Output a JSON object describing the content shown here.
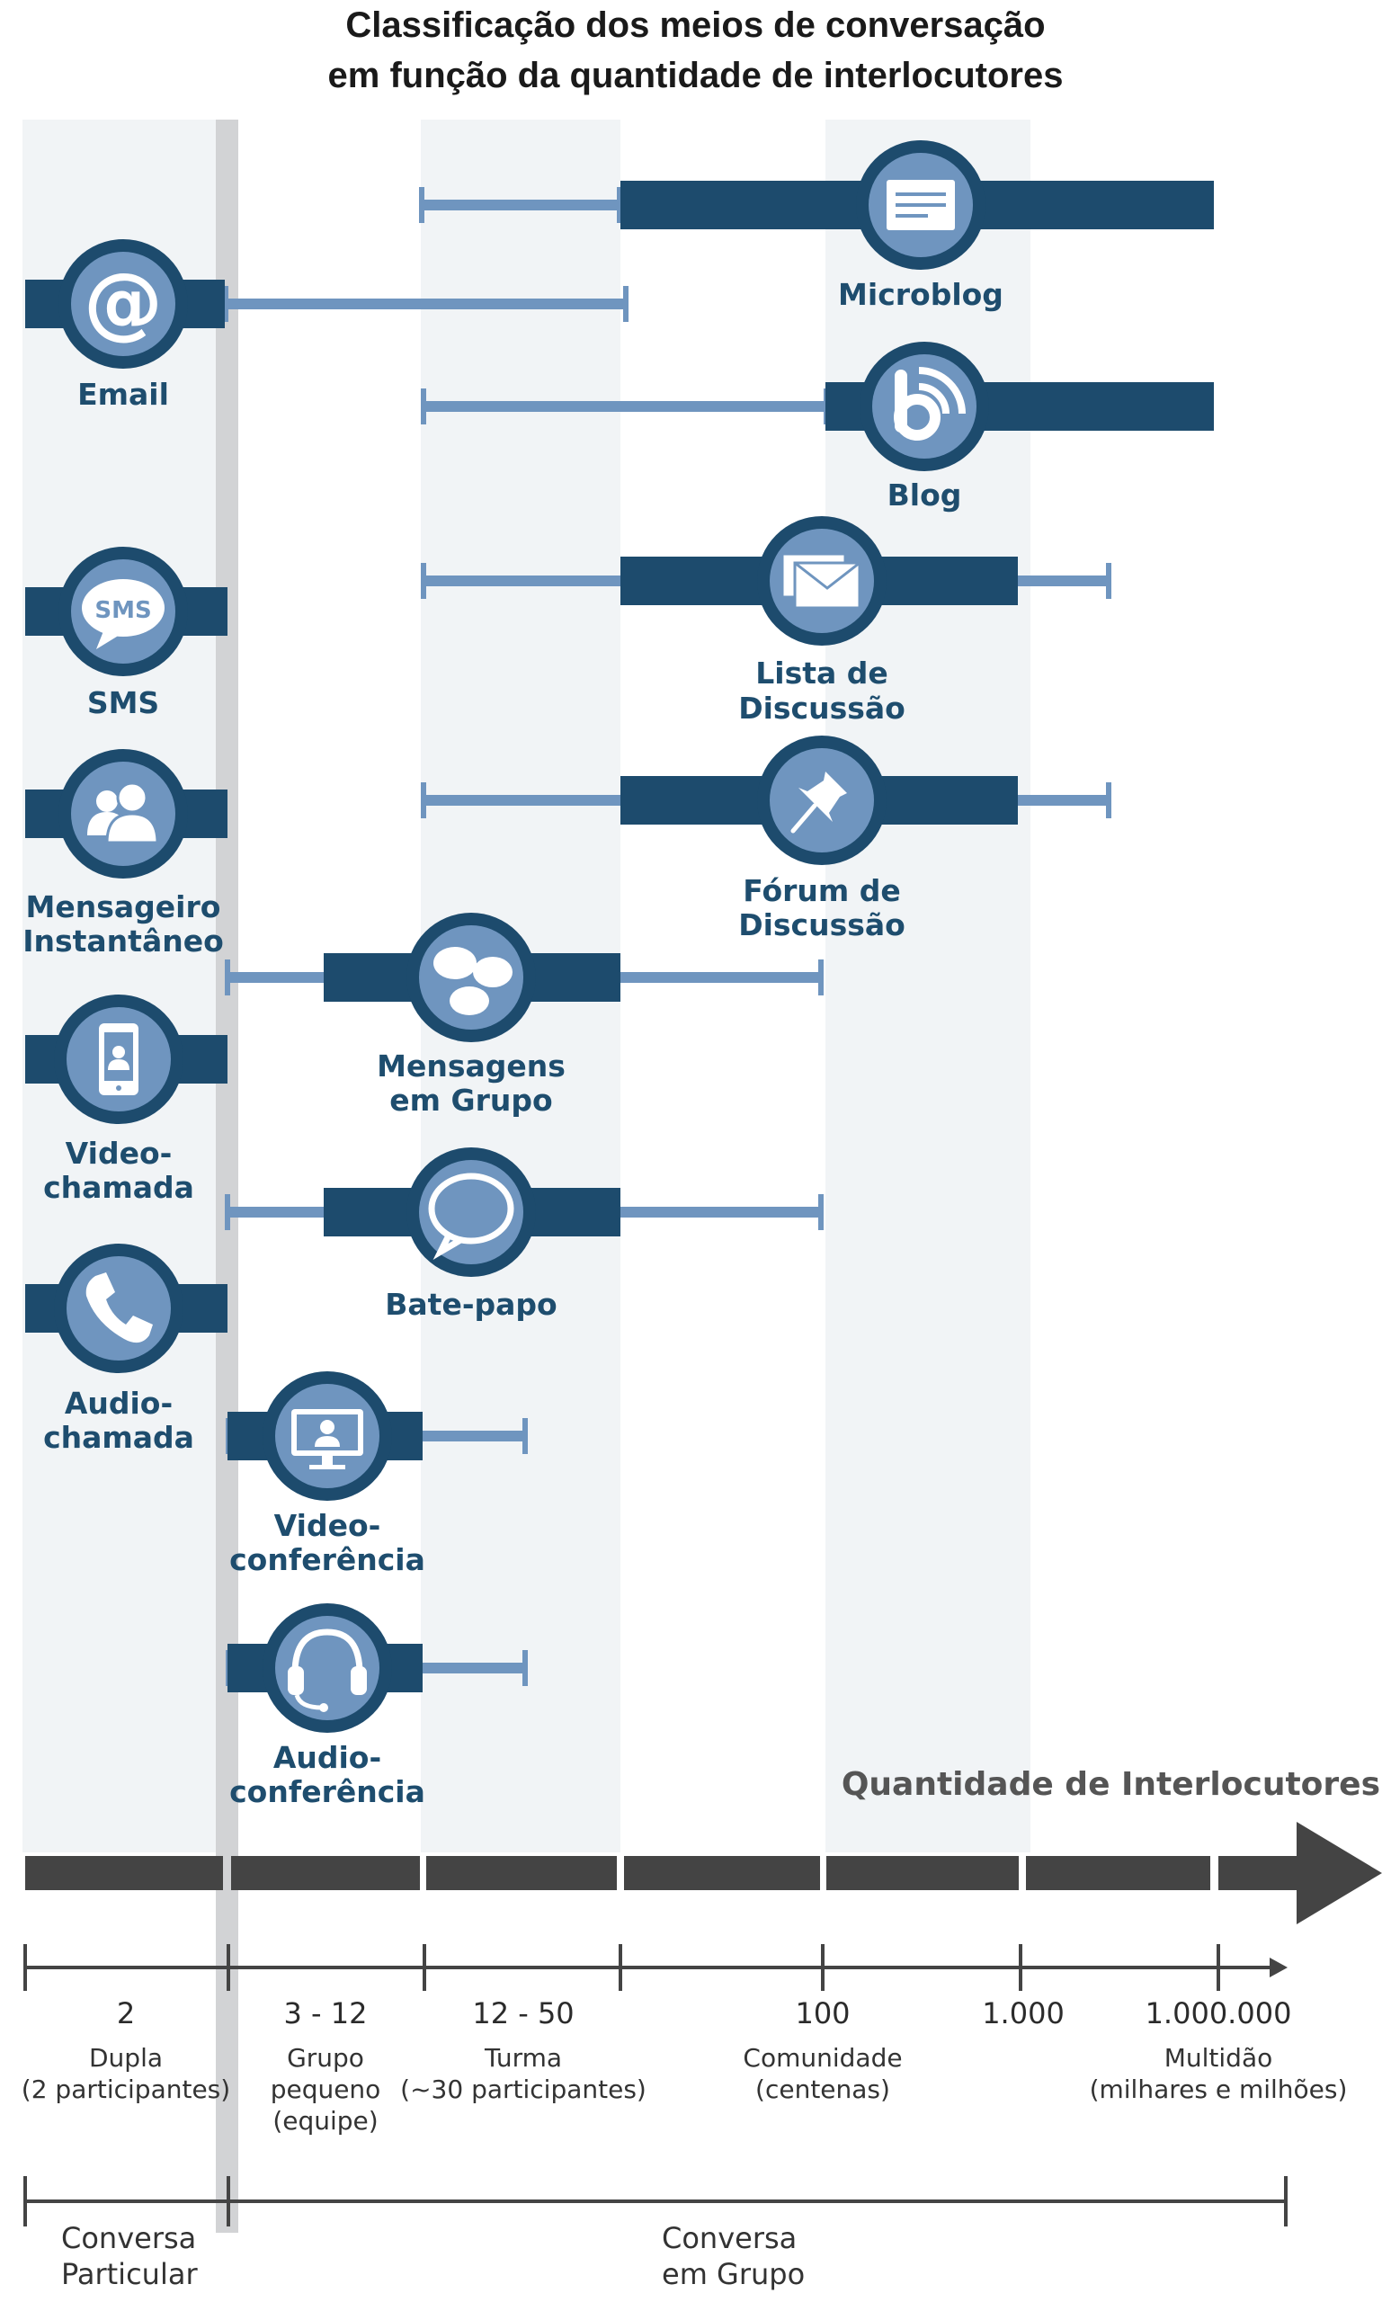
{
  "title": {
    "line1": "Classificação dos meios de conversação",
    "line2": "em função da quantidade de interlocutores"
  },
  "colors": {
    "dark_bar": "#1d4b6d",
    "light_bar": "#6f95bf",
    "icon_fill": "#6f95bf",
    "band": "#f1f4f6",
    "divider": "#d2d3d5",
    "axis": "#444444"
  },
  "axis_title": "Quantidade de Interlocutores",
  "scale": [
    {
      "value": "2",
      "desc": [
        "Dupla",
        "(2 participantes)"
      ]
    },
    {
      "value": "3 - 12",
      "desc": [
        "Grupo",
        "pequeno",
        "(equipe)"
      ]
    },
    {
      "value": "12 - 50",
      "desc": [
        "Turma",
        "(~30 participantes)"
      ]
    },
    {
      "value": "100",
      "desc": [
        "Comunidade",
        "(centenas)"
      ]
    },
    {
      "value": "1.000",
      "desc": []
    },
    {
      "value": "1.000.000",
      "desc": [
        "Multidão",
        "(milhares e milhões)"
      ]
    }
  ],
  "conversation_types": [
    {
      "label": [
        "Conversa",
        "Particular"
      ]
    },
    {
      "label": [
        "Conversa",
        "em Grupo"
      ]
    }
  ],
  "media": [
    {
      "id": "microblog",
      "icon": "newspaper-icon",
      "label": [
        "Microblog"
      ],
      "typical": "centenas a milhões",
      "range": "turma a milhões"
    },
    {
      "id": "email",
      "icon": "at-sign-icon",
      "label": [
        "Email"
      ],
      "typical": "dupla",
      "range": "dupla a turma"
    },
    {
      "id": "blog",
      "icon": "blog-icon",
      "label": [
        "Blog"
      ],
      "typical": "centenas a milhões",
      "range": "turma a milhões"
    },
    {
      "id": "sms",
      "icon": "sms-icon",
      "label": [
        "SMS"
      ],
      "typical": "dupla",
      "range": "dupla"
    },
    {
      "id": "lista",
      "icon": "envelope-icon",
      "label": [
        "Lista de",
        "Discussão"
      ],
      "typical": "turma a milhares",
      "range": "turma a milhares"
    },
    {
      "id": "mensageiro",
      "icon": "users-icon",
      "label": [
        "Mensageiro",
        "Instantâneo"
      ],
      "typical": "dupla",
      "range": "dupla"
    },
    {
      "id": "forum",
      "icon": "pushpin-icon",
      "label": [
        "Fórum de",
        "Discussão"
      ],
      "typical": "turma a milhares",
      "range": "turma a milhares"
    },
    {
      "id": "grupo",
      "icon": "chat-bubbles-icon",
      "label": [
        "Mensagens",
        "em Grupo"
      ],
      "typical": "grupo pequeno a turma",
      "range": "dupla a centenas"
    },
    {
      "id": "video-chamada",
      "icon": "phone-video-icon",
      "label": [
        "Video-",
        "chamada"
      ],
      "typical": "dupla",
      "range": "dupla"
    },
    {
      "id": "bate-papo",
      "icon": "speech-bubble-icon",
      "label": [
        "Bate-papo"
      ],
      "typical": "grupo pequeno a turma",
      "range": "dupla a centenas"
    },
    {
      "id": "audio-chamada",
      "icon": "phone-icon",
      "label": [
        "Audio-",
        "chamada"
      ],
      "typical": "dupla",
      "range": "dupla"
    },
    {
      "id": "video-conf",
      "icon": "monitor-user-icon",
      "label": [
        "Video-",
        "conferência"
      ],
      "typical": "grupo pequeno",
      "range": "grupo pequeno a turma"
    },
    {
      "id": "audio-conf",
      "icon": "headset-icon",
      "label": [
        "Audio-",
        "conferência"
      ],
      "typical": "grupo pequeno",
      "range": "grupo pequeno a turma"
    }
  ]
}
